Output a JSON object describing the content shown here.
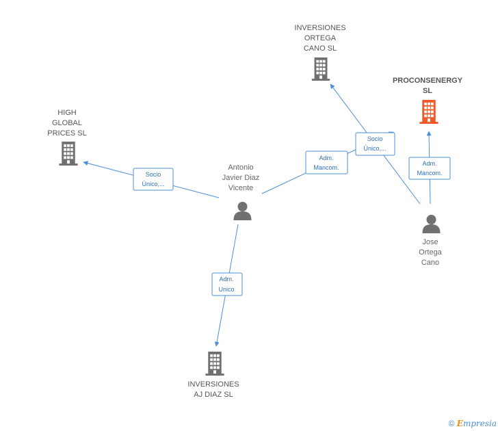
{
  "nodes": {
    "inversiones_ortega": {
      "label": [
        "INVERSIONES",
        "ORTEGA",
        "CANO SL"
      ],
      "type": "company"
    },
    "proconsenergy": {
      "label": [
        "PROCONSENERGY",
        "SL"
      ],
      "type": "company-primary"
    },
    "high_global": {
      "label": [
        "HIGH",
        "GLOBAL",
        "PRICES SL"
      ],
      "type": "company"
    },
    "antonio": {
      "label": [
        "Antonio",
        "Javier Diaz",
        "Vicente"
      ],
      "type": "person"
    },
    "jose": {
      "label": [
        "Jose",
        "Ortega",
        "Cano"
      ],
      "type": "person"
    },
    "inversiones_aj": {
      "label": [
        "INVERSIONES",
        "AJ DIAZ SL"
      ],
      "type": "company"
    }
  },
  "edges": [
    {
      "id": "antonio-high",
      "label": [
        "Socio",
        "Único,..."
      ]
    },
    {
      "id": "antonio-ortega",
      "label": [
        "Adm.",
        "Mancom."
      ]
    },
    {
      "id": "jose-ortega",
      "label": [
        "Socio",
        "Único,..."
      ]
    },
    {
      "id": "jose-procon",
      "label": [
        "Adm.",
        "Mancom."
      ]
    },
    {
      "id": "antonio-aj",
      "label": [
        "Adm.",
        "Unico"
      ]
    }
  ],
  "colors": {
    "company": "#707070",
    "primary": "#f05a28",
    "person": "#707070",
    "edge": "#4a8fd9"
  },
  "footer": {
    "copyright": "©",
    "brand_first": "E",
    "brand_rest": "mpresia"
  }
}
